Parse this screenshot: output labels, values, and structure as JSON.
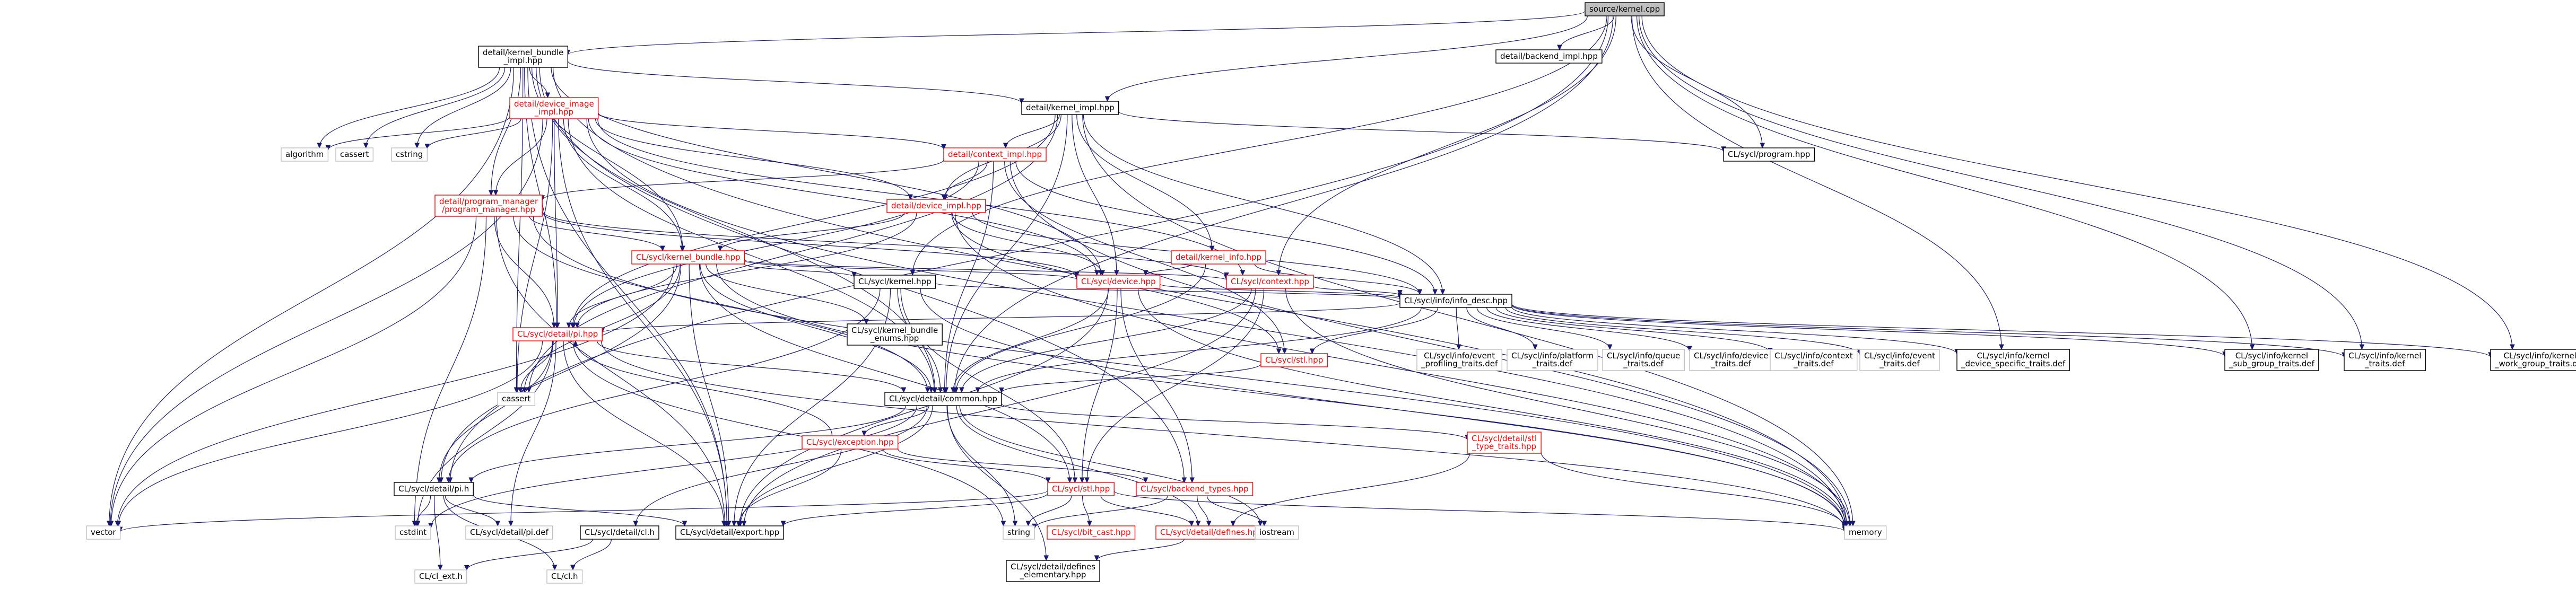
{
  "diagram": {
    "type": "include-dependency-graph",
    "root": "source/kernel.cpp",
    "colors": {
      "edge": "#191970",
      "node_border_linked": "#000000",
      "node_border_truncated": "#ff0000",
      "node_border_external": "#bfbfbf",
      "root_fill": "#bfbfbf"
    },
    "nodes": [
      {
        "id": "kernel_cpp",
        "lines": [
          "source/kernel.cpp"
        ],
        "style": "root"
      },
      {
        "id": "kernel_bundle_impl",
        "lines": [
          "detail/kernel_bundle",
          "_impl.hpp"
        ],
        "style": "linked"
      },
      {
        "id": "backend_impl",
        "lines": [
          "detail/backend_impl.hpp"
        ],
        "style": "linked"
      },
      {
        "id": "device_image_impl",
        "lines": [
          "detail/device_image",
          "_impl.hpp"
        ],
        "style": "trunc"
      },
      {
        "id": "kernel_impl",
        "lines": [
          "detail/kernel_impl.hpp"
        ],
        "style": "linked"
      },
      {
        "id": "algorithm",
        "lines": [
          "algorithm"
        ],
        "style": "ext"
      },
      {
        "id": "cstring",
        "lines": [
          "cstring"
        ],
        "style": "ext"
      },
      {
        "id": "cassert_top",
        "lines": [
          "cassert"
        ],
        "style": "ext"
      },
      {
        "id": "context_impl",
        "lines": [
          "detail/context_impl.hpp"
        ],
        "style": "trunc"
      },
      {
        "id": "program_hpp",
        "lines": [
          "CL/sycl/program.hpp"
        ],
        "style": "linked"
      },
      {
        "id": "device_impl",
        "lines": [
          "detail/device_impl.hpp"
        ],
        "style": "trunc"
      },
      {
        "id": "program_manager",
        "lines": [
          "detail/program_manager",
          "/program_manager.hpp"
        ],
        "style": "trunc"
      },
      {
        "id": "kernel_info",
        "lines": [
          "detail/kernel_info.hpp"
        ],
        "style": "trunc"
      },
      {
        "id": "kernel_bundle_hpp",
        "lines": [
          "CL/sycl/kernel_bundle.hpp"
        ],
        "style": "trunc"
      },
      {
        "id": "device_hpp",
        "lines": [
          "CL/sycl/device.hpp"
        ],
        "style": "trunc"
      },
      {
        "id": "context_hpp",
        "lines": [
          "CL/sycl/context.hpp"
        ],
        "style": "trunc"
      },
      {
        "id": "kernel_hpp",
        "lines": [
          "CL/sycl/kernel.hpp"
        ],
        "style": "linked"
      },
      {
        "id": "info_desc",
        "lines": [
          "CL/sycl/info/info_desc.hpp"
        ],
        "style": "linked"
      },
      {
        "id": "kernel_bundle_enums",
        "lines": [
          "CL/sycl/kernel_bundle",
          "_enums.hpp"
        ],
        "style": "linked"
      },
      {
        "id": "pi_hpp",
        "lines": [
          "CL/sycl/detail/pi.hpp"
        ],
        "style": "trunc"
      },
      {
        "id": "stl_hpp",
        "lines": [
          "CL/sycl/stl.hpp"
        ],
        "style": "trunc"
      },
      {
        "id": "event_profiling",
        "lines": [
          "CL/sycl/info/event",
          "_profiling_traits.def"
        ],
        "style": "ext"
      },
      {
        "id": "platform_traits",
        "lines": [
          "CL/sycl/info/platform",
          "_traits.def"
        ],
        "style": "ext"
      },
      {
        "id": "queue_traits",
        "lines": [
          "CL/sycl/info/queue",
          "_traits.def"
        ],
        "style": "ext"
      },
      {
        "id": "device_traits",
        "lines": [
          "CL/sycl/info/device",
          "_traits.def"
        ],
        "style": "ext"
      },
      {
        "id": "context_traits",
        "lines": [
          "CL/sycl/info/context",
          "_traits.def"
        ],
        "style": "ext"
      },
      {
        "id": "event_traits",
        "lines": [
          "CL/sycl/info/event",
          "_traits.def"
        ],
        "style": "ext"
      },
      {
        "id": "kernel_device_specific",
        "lines": [
          "CL/sycl/info/kernel",
          "_device_specific_traits.def"
        ],
        "style": "linked"
      },
      {
        "id": "kernel_sub_group",
        "lines": [
          "CL/sycl/info/kernel",
          "_sub_group_traits.def"
        ],
        "style": "linked"
      },
      {
        "id": "kernel_traits",
        "lines": [
          "CL/sycl/info/kernel",
          "_traits.def"
        ],
        "style": "linked"
      },
      {
        "id": "kernel_work_group",
        "lines": [
          "CL/sycl/info/kernel",
          "_work_group_traits.def"
        ],
        "style": "linked"
      },
      {
        "id": "cassert",
        "lines": [
          "cassert"
        ],
        "style": "ext"
      },
      {
        "id": "common_hpp",
        "lines": [
          "CL/sycl/detail/common.hpp"
        ],
        "style": "linked"
      },
      {
        "id": "exception_hpp",
        "lines": [
          "CL/sycl/exception.hpp"
        ],
        "style": "trunc"
      },
      {
        "id": "stl_type_traits",
        "lines": [
          "CL/sycl/detail/stl",
          "_type_traits.hpp"
        ],
        "style": "trunc"
      },
      {
        "id": "pi_h",
        "lines": [
          "CL/sycl/detail/pi.h"
        ],
        "style": "linked"
      },
      {
        "id": "cl_sycl_hpp",
        "lines": [
          "CL/sycl/stl.hpp"
        ],
        "style": "trunc"
      },
      {
        "id": "backend_types",
        "lines": [
          "CL/sycl/backend_types.hpp"
        ],
        "style": "trunc"
      },
      {
        "id": "vector",
        "lines": [
          "vector"
        ],
        "style": "ext"
      },
      {
        "id": "cstdint",
        "lines": [
          "cstdint"
        ],
        "style": "ext"
      },
      {
        "id": "pi_def",
        "lines": [
          "CL/sycl/detail/pi.def"
        ],
        "style": "ext"
      },
      {
        "id": "cl_h_hpp",
        "lines": [
          "CL/sycl/detail/cl.h"
        ],
        "style": "linked"
      },
      {
        "id": "export_hpp",
        "lines": [
          "CL/sycl/detail/export.hpp"
        ],
        "style": "linked"
      },
      {
        "id": "string",
        "lines": [
          "string"
        ],
        "style": "ext"
      },
      {
        "id": "bit_cast",
        "lines": [
          "CL/sycl/bit_cast.hpp"
        ],
        "style": "trunc"
      },
      {
        "id": "defines_hpp",
        "lines": [
          "CL/sycl/detail/defines.hpp"
        ],
        "style": "trunc"
      },
      {
        "id": "iostream",
        "lines": [
          "iostream"
        ],
        "style": "ext"
      },
      {
        "id": "memory",
        "lines": [
          "memory"
        ],
        "style": "ext"
      },
      {
        "id": "cl_ext_h",
        "lines": [
          "CL/cl_ext.h"
        ],
        "style": "ext"
      },
      {
        "id": "cl_h",
        "lines": [
          "CL/cl.h"
        ],
        "style": "ext"
      },
      {
        "id": "defines_elementary",
        "lines": [
          "CL/sycl/detail/defines",
          "_elementary.hpp"
        ],
        "style": "linked"
      }
    ]
  }
}
